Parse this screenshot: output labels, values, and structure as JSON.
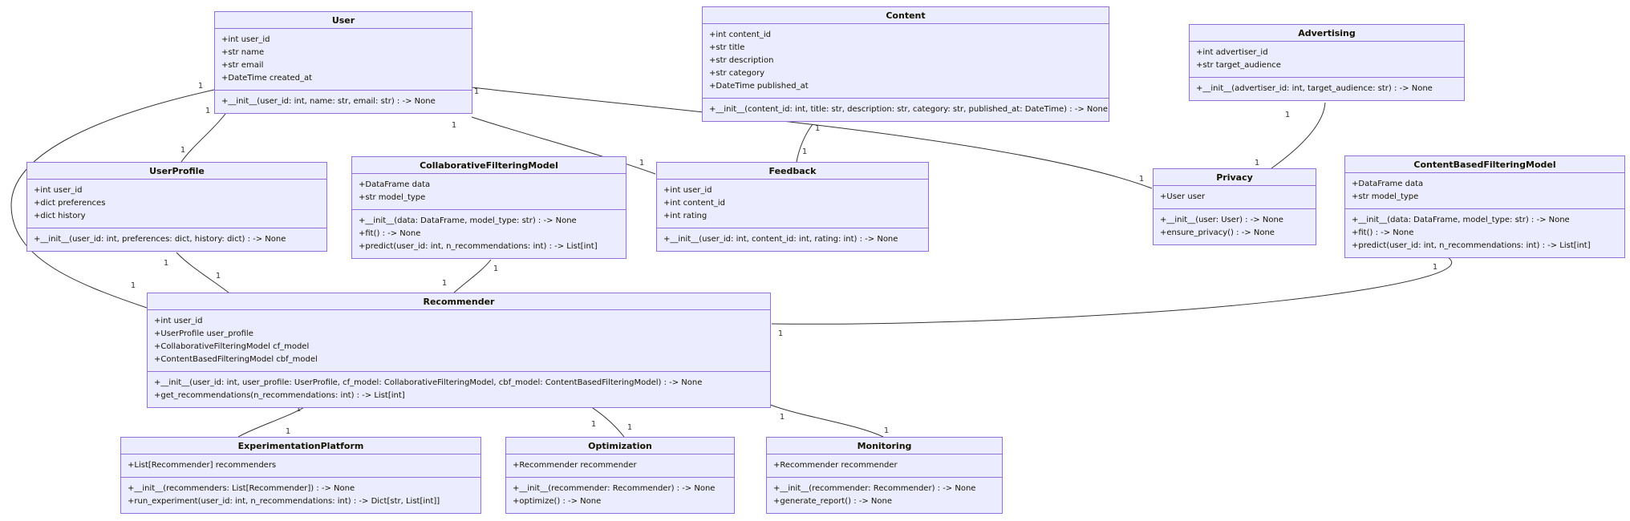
{
  "diagram": {
    "type": "uml-class-diagram",
    "colors": {
      "class_fill": "#ECECFF",
      "class_border": "#9370DB",
      "edge_line": "#333333",
      "text": "#131300"
    },
    "classes": {
      "user": {
        "name": "User",
        "attributes": [
          "+int user_id",
          "+str name",
          "+str email",
          "+DateTime created_at"
        ],
        "methods": [
          "+__init__(user_id: int, name: str, email: str) : -> None"
        ]
      },
      "content": {
        "name": "Content",
        "attributes": [
          "+int content_id",
          "+str title",
          "+str description",
          "+str category",
          "+DateTime published_at"
        ],
        "methods": [
          "+__init__(content_id: int, title: str, description: str, category: str, published_at: DateTime) : -> None"
        ]
      },
      "advertising": {
        "name": "Advertising",
        "attributes": [
          "+int advertiser_id",
          "+str target_audience"
        ],
        "methods": [
          "+__init__(advertiser_id: int, target_audience: str) : -> None"
        ]
      },
      "user_profile": {
        "name": "UserProfile",
        "attributes": [
          "+int user_id",
          "+dict preferences",
          "+dict history"
        ],
        "methods": [
          "+__init__(user_id: int, preferences: dict, history: dict) : -> None"
        ]
      },
      "cf_model": {
        "name": "CollaborativeFilteringModel",
        "attributes": [
          "+DataFrame data",
          "+str model_type"
        ],
        "methods": [
          "+__init__(data: DataFrame, model_type: str) : -> None",
          "+fit() : -> None",
          "+predict(user_id: int, n_recommendations: int) : -> List[int]"
        ]
      },
      "feedback": {
        "name": "Feedback",
        "attributes": [
          "+int user_id",
          "+int content_id",
          "+int rating"
        ],
        "methods": [
          "+__init__(user_id: int, content_id: int, rating: int) : -> None"
        ]
      },
      "privacy": {
        "name": "Privacy",
        "attributes": [
          "+User user"
        ],
        "methods": [
          "+__init__(user: User) : -> None",
          "+ensure_privacy() : -> None"
        ]
      },
      "cbf_model": {
        "name": "ContentBasedFilteringModel",
        "attributes": [
          "+DataFrame data",
          "+str model_type"
        ],
        "methods": [
          "+__init__(data: DataFrame, model_type: str) : -> None",
          "+fit() : -> None",
          "+predict(user_id: int, n_recommendations: int) : -> List[int]"
        ]
      },
      "recommender": {
        "name": "Recommender",
        "attributes": [
          "+int user_id",
          "+UserProfile user_profile",
          "+CollaborativeFilteringModel cf_model",
          "+ContentBasedFilteringModel cbf_model"
        ],
        "methods": [
          "+__init__(user_id: int, user_profile: UserProfile, cf_model: CollaborativeFilteringModel, cbf_model: ContentBasedFilteringModel) : -> None",
          "+get_recommendations(n_recommendations: int) : -> List[int]"
        ]
      },
      "experimentation_platform": {
        "name": "ExperimentationPlatform",
        "attributes": [
          "+List[Recommender] recommenders"
        ],
        "methods": [
          "+__init__(recommenders: List[Recommender]) : -> None",
          "+run_experiment(user_id: int, n_recommendations: int) : -> Dict[str, List[int]]"
        ]
      },
      "optimization": {
        "name": "Optimization",
        "attributes": [
          "+Recommender recommender"
        ],
        "methods": [
          "+__init__(recommender: Recommender) : -> None",
          "+optimize() : -> None"
        ]
      },
      "monitoring": {
        "name": "Monitoring",
        "attributes": [
          "+Recommender recommender"
        ],
        "methods": [
          "+__init__(recommender: Recommender) : -> None",
          "+generate_report() : -> None"
        ]
      }
    },
    "edges": [
      {
        "from": "User",
        "to": "UserProfile",
        "from_card": "1",
        "to_card": "1"
      },
      {
        "from": "User",
        "to": "Recommender",
        "from_card": "1",
        "to_card": "1"
      },
      {
        "from": "User",
        "to": "Feedback",
        "from_card": "1",
        "to_card": "1"
      },
      {
        "from": "User",
        "to": "Privacy",
        "from_card": "1",
        "to_card": "1"
      },
      {
        "from": "Content",
        "to": "Feedback",
        "from_card": "1",
        "to_card": "1"
      },
      {
        "from": "Advertising",
        "to": "Privacy",
        "from_card": "1",
        "to_card": "1"
      },
      {
        "from": "UserProfile",
        "to": "Recommender",
        "from_card": "1",
        "to_card": "1"
      },
      {
        "from": "CollaborativeFilteringModel",
        "to": "Recommender",
        "from_card": "1",
        "to_card": "1"
      },
      {
        "from": "ContentBasedFilteringModel",
        "to": "Recommender",
        "from_card": "1",
        "to_card": "1"
      },
      {
        "from": "Recommender",
        "to": "ExperimentationPlatform",
        "from_card": "1",
        "to_card": "1"
      },
      {
        "from": "Recommender",
        "to": "Optimization",
        "from_card": "1",
        "to_card": "1"
      },
      {
        "from": "Recommender",
        "to": "Monitoring",
        "from_card": "1",
        "to_card": "1"
      }
    ]
  }
}
